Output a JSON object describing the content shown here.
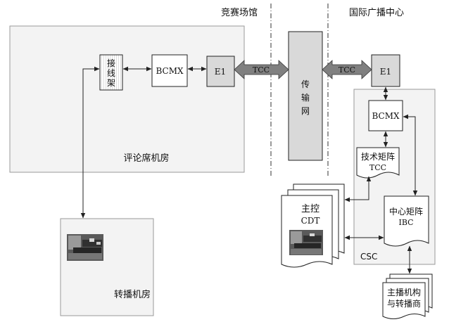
{
  "zones": {
    "venue": "竞赛场馆",
    "ibc": "国际广播中心"
  },
  "rooms": {
    "commentary": "评论席机房",
    "relay": "转播机房",
    "csc": "CSC"
  },
  "nodes": {
    "patch_line1": "接",
    "patch_line2": "线",
    "patch_line3": "架",
    "bcmx_left": "BCMX",
    "e1_left": "E1",
    "transmission_line1": "传",
    "transmission_line2": "输",
    "transmission_line3": "网",
    "e1_right": "E1",
    "bcmx_right": "BCMX",
    "tech_matrix_line1": "技术矩阵",
    "tech_matrix_line2": "TCC",
    "center_matrix_line1": "中心矩阵",
    "center_matrix_line2": "IBC",
    "master_control_line1": "主控",
    "master_control_line2": "CDT",
    "broadcasters_line1": "主播机构",
    "broadcasters_line2": "与转播商"
  },
  "links": {
    "tcc_left": "TCC",
    "tcc_right": "TCC"
  },
  "colors": {
    "room_fill": "#f3f3f3",
    "box_fill": "#d9d9d9",
    "arrow_fill": "#808080",
    "stroke": "#222222"
  }
}
